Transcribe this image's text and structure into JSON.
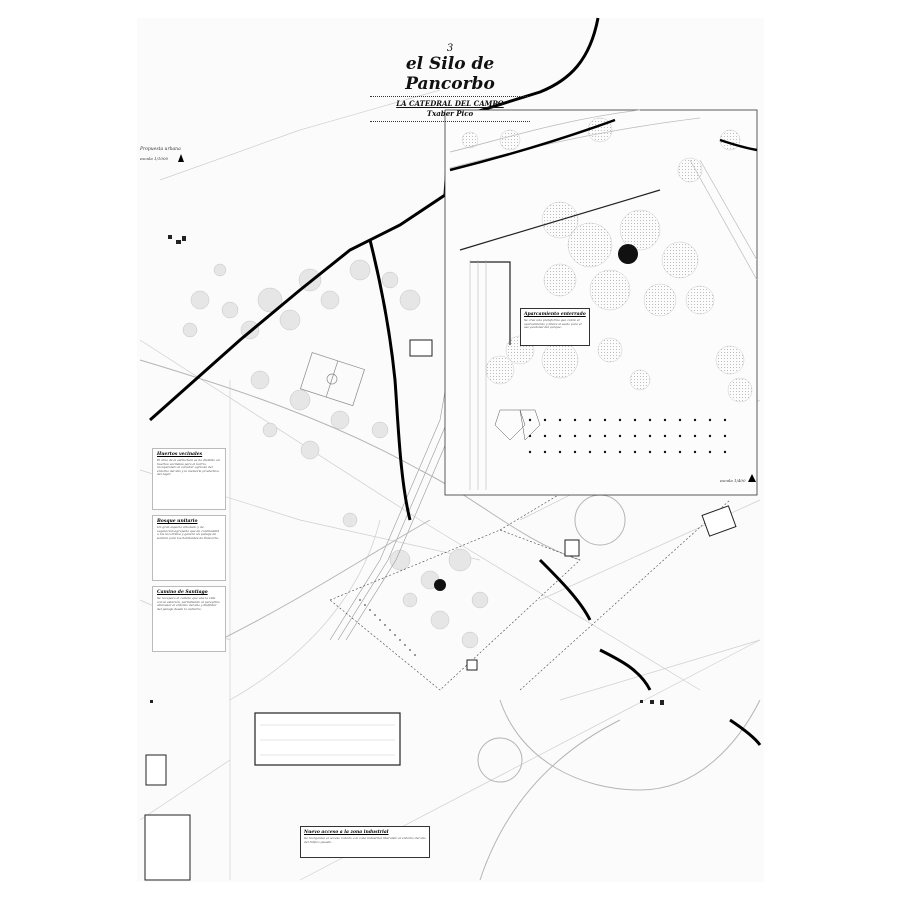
{
  "title": {
    "number": "3",
    "main": "el Silo de Pancorbo",
    "subtitle": "LA CATEDRAL DEL CAMPO",
    "author": "Txaber Pico"
  },
  "plan_labels": {
    "urban_proposal": "Propuesta urbana",
    "scale_main": "escala 1/1000",
    "scale_inset": "escala 1/400"
  },
  "panels": [
    {
      "heading": "Huertos vecinales",
      "text": "El área de la estructura se ha dividido en huertos vecinales para el barrio, recuperando el carácter agrícola del entorno del silo y la memoria productiva del lugar."
    },
    {
      "heading": "Bosque unitario",
      "text": "Un gran espacio arbolado y de vegetación agrupada que da continuidad a los recorridos y genera un paisaje de sombra para los habitantes de Pancorbo."
    },
    {
      "heading": "Camino de Santiago",
      "text": "Se recupera el camino que une la villa con la estación, permitiendo al peregrino atravesar el entorno del silo y disfrutar del paisaje desde la cubierta."
    }
  ],
  "callouts": {
    "inset": {
      "heading": "Aparcamiento enterrado",
      "text": "Se crea una plataforma que cubre el aparcamiento y libera el suelo para el uso peatonal del parque."
    },
    "bottom": {
      "heading": "Nuevo acceso a la zona industrial",
      "text": "Se reorganiza el acceso rodado a la zona industrial liberando el entorno del silo del tráfico pesado."
    }
  }
}
